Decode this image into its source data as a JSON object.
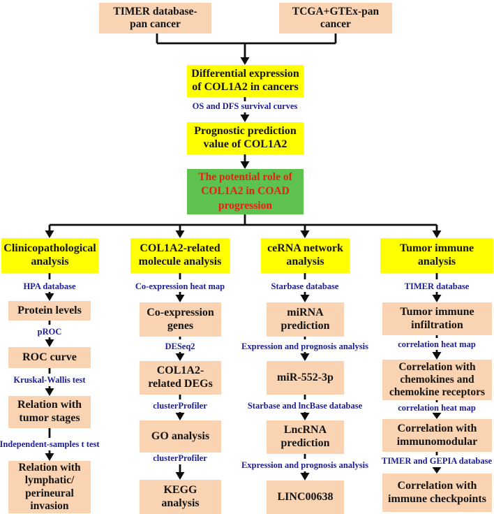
{
  "colors": {
    "box_peach": "#f9d3b2",
    "box_yellow": "#ffff00",
    "box_green": "#5ec24e",
    "text_red": "#ed1c16",
    "text_blue": "#1d1d96",
    "text_black": "#141414",
    "line_black": "#0d0d0d"
  },
  "top": {
    "source1": "TIMER database-\npan cancer",
    "source2": "TCGA+GTEx-pan\ncancer"
  },
  "main": {
    "differential": "Differential expression\nof COL1A2 in cancers",
    "edge_survival": "OS and DFS survival curves",
    "prognostic": "Prognostic prediction\nvalue of COL1A2",
    "central": "The potential role of\nCOL1A2 in COAD\nprogression"
  },
  "columns": [
    {
      "header": "Clinicopathological\nanalysis",
      "steps": [
        {
          "edge": "HPA database",
          "box": "Protein levels"
        },
        {
          "edge": "pROC",
          "box": "ROC curve"
        },
        {
          "edge": "Kruskal-Wallis test",
          "box": "Relation with\ntumor stages"
        },
        {
          "edge": "Independent-samples t test",
          "box": "Relation with\nlymphatic/\nperineural\ninvasion"
        }
      ]
    },
    {
      "header": "COL1A2-related\nmolecule analysis",
      "steps": [
        {
          "edge": "Co-expression heat map",
          "box": "Co-expression\ngenes"
        },
        {
          "edge": "DESeq2",
          "box": "COL1A2-\nrelated DEGs"
        },
        {
          "edge": "clusterProfiler",
          "box": "GO analysis"
        },
        {
          "edge": "clusterProfiler",
          "box": "KEGG\nanalysis"
        }
      ]
    },
    {
      "header": "ceRNA network\nanalysis",
      "steps": [
        {
          "edge": "Starbase database",
          "box": "miRNA\nprediction"
        },
        {
          "edge": "Expression and prognosis analysis",
          "box": "miR-552-3p"
        },
        {
          "edge": "Starbase and lncBase database",
          "box": "LncRNA\nprediction"
        },
        {
          "edge": "Expression and prognosis analysis",
          "box": "LINC00638"
        }
      ]
    },
    {
      "header": "Tumor immune\nanalysis",
      "steps": [
        {
          "edge": "TIMER database",
          "box": "Tumor immune\ninfiltration"
        },
        {
          "edge": "correlation heat map",
          "box": "Correlation with\nchemokines and\nchemokine receptors"
        },
        {
          "edge": "correlation heat map",
          "box": "Correlation with\nimmunomodular"
        },
        {
          "edge": "TIMER and GEPIA database",
          "box": "Correlation with\nimmune checkpoints"
        }
      ]
    }
  ]
}
